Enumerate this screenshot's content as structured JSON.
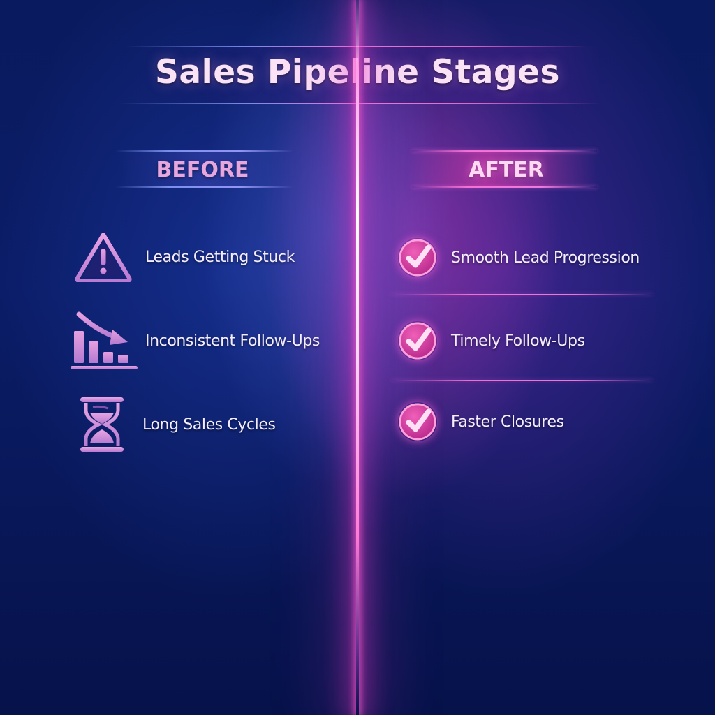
{
  "title": "Sales Pipeline Stages",
  "columns": {
    "before": {
      "heading": "BEFORE",
      "items": [
        {
          "icon": "warning-triangle-icon",
          "label": "Leads Getting Stuck"
        },
        {
          "icon": "declining-bar-chart-icon",
          "label": "Inconsistent Follow-Ups"
        },
        {
          "icon": "hourglass-icon",
          "label": "Long Sales Cycles"
        }
      ]
    },
    "after": {
      "heading": "AFTER",
      "items": [
        {
          "icon": "check-circle-icon",
          "label": "Smooth Lead Progression"
        },
        {
          "icon": "check-circle-icon",
          "label": "Timely Follow-Ups"
        },
        {
          "icon": "check-circle-icon",
          "label": "Faster Closures"
        }
      ]
    }
  },
  "colors": {
    "background": "#0a1a5e",
    "beam": "#ff7ad8",
    "before_heading": "#e7a7dc",
    "after_heading": "#ffd9f3",
    "icon_fill": "#d690d8",
    "check_fill": "#e040a8",
    "text": "#f4ecff"
  }
}
